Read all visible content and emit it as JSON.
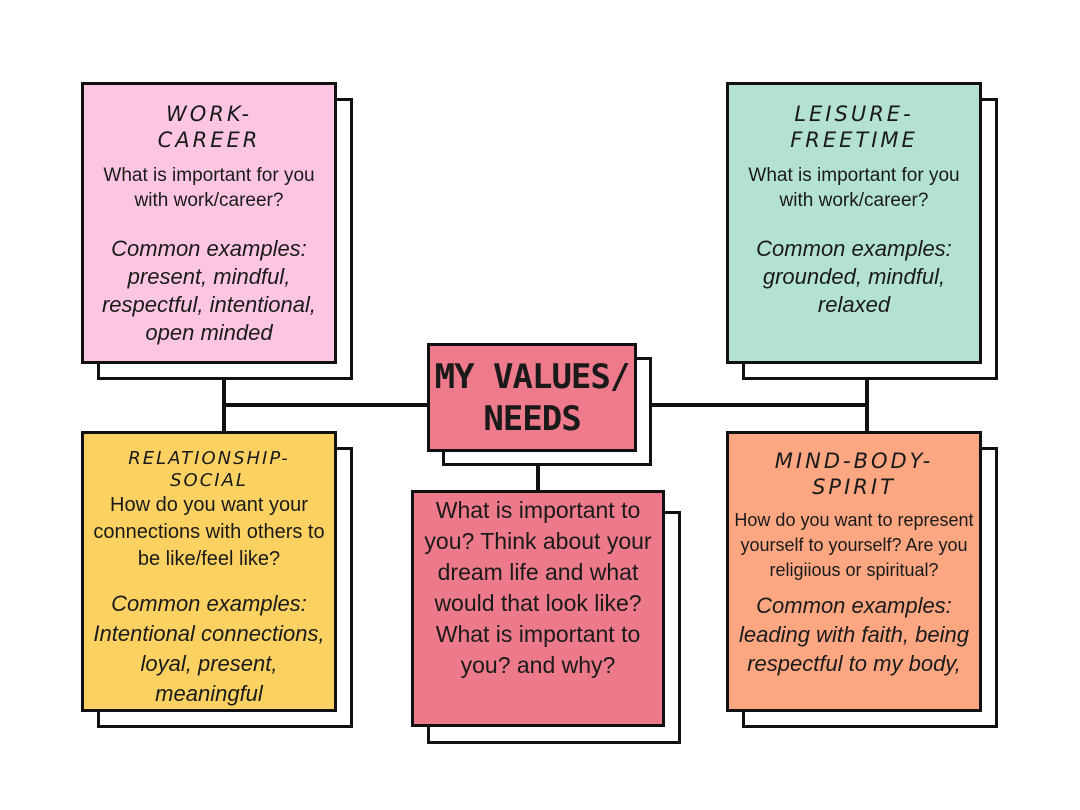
{
  "colors": {
    "work_career": "#fcc6e2",
    "leisure_freetime": "#b3e2d2",
    "relationship_social": "#fbd161",
    "mind_body_spirit": "#fca782",
    "center": "#ee7b8c",
    "center_text_box": "#ec7a8b",
    "outline": "#111111"
  },
  "center": {
    "title": "MY VALUES/\nNEEDS",
    "text": "What is important to you? Think about your dream life and what would that look like? What is important to you? and why?"
  },
  "work_career": {
    "title": "WORK-\nCAREER",
    "question": "What is important for you with work/career?",
    "examples": "Common examples: present, mindful, respectful, intentional, open minded"
  },
  "leisure_freetime": {
    "title": "LEISURE-\nFREETIME",
    "question": "What is important for you with work/career?",
    "examples": "Common examples: grounded, mindful, relaxed"
  },
  "relationship_social": {
    "title": "RELATIONSHIP-\nSOCIAL",
    "question": "How do you want your connections with others to be like/feel like?",
    "examples": "Common examples: Intentional connections, loyal, present, meaningful"
  },
  "mind_body_spirit": {
    "title": "MIND-BODY-\nSPIRIT",
    "question": "How do you want to represent yourself to yourself? Are you religiious or spiritual?",
    "examples": "Common examples: leading with faith, being respectful to my body,"
  }
}
